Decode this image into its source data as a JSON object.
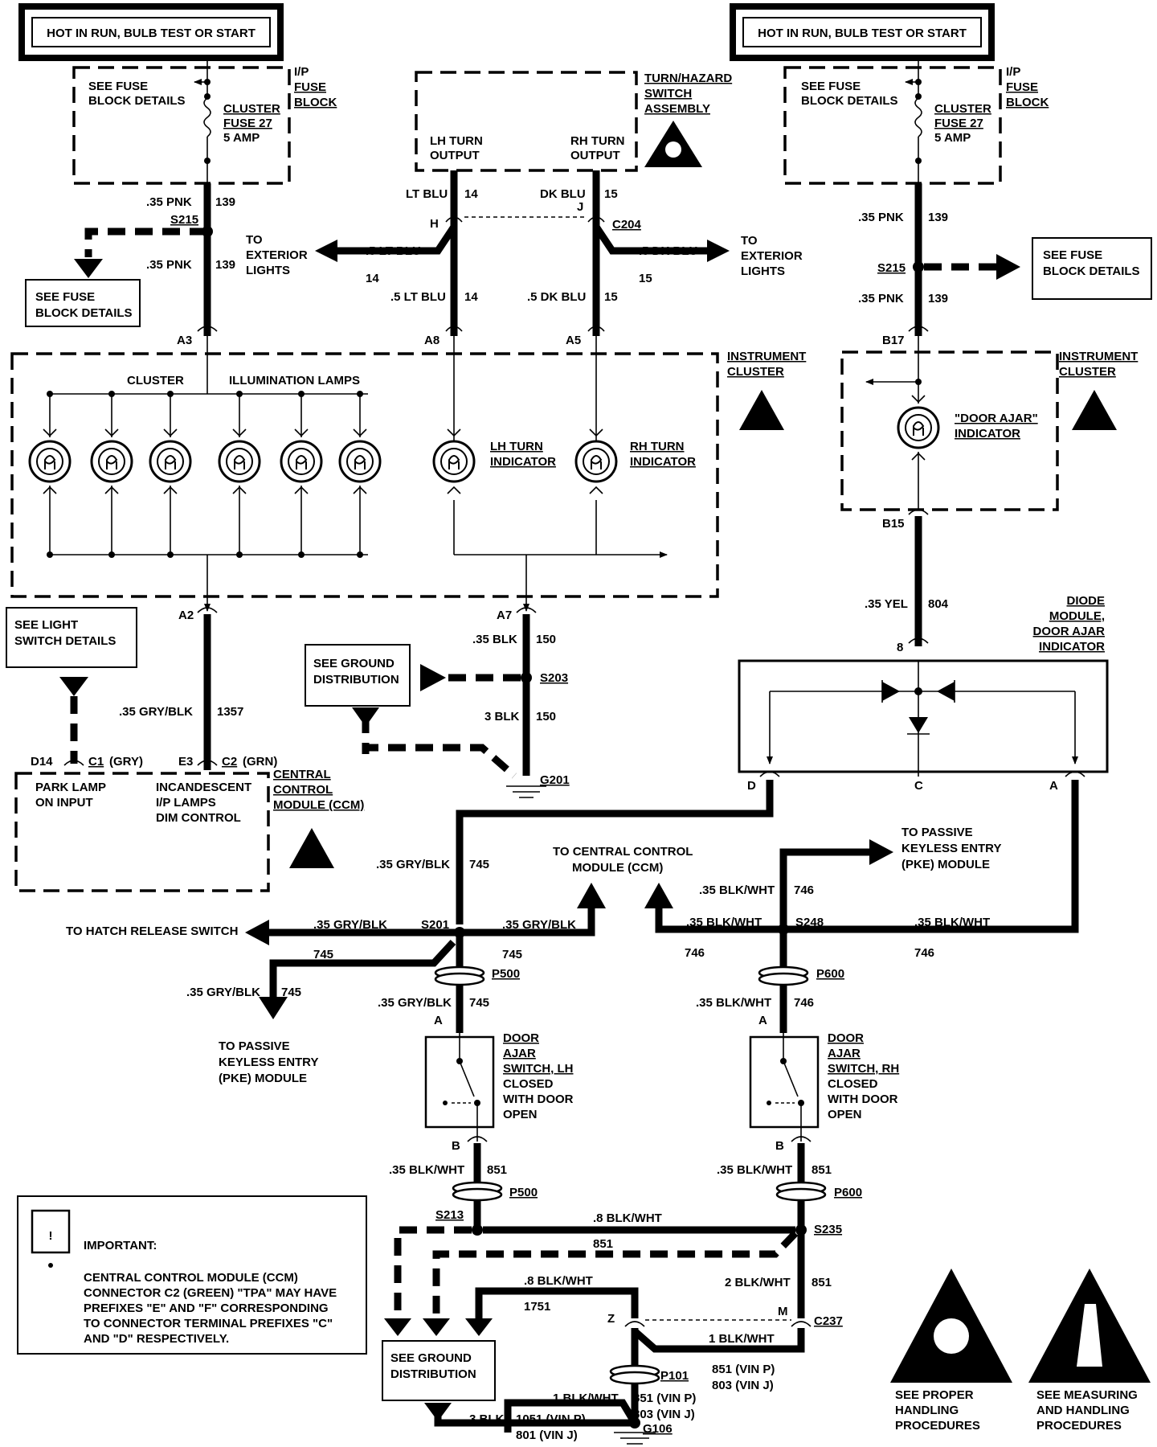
{
  "power": {
    "left": "HOT IN RUN, BULB TEST OR START",
    "right": "HOT IN RUN, BULB TEST OR START"
  },
  "fuse_block": {
    "see_details": [
      "SEE FUSE",
      "BLOCK DETAILS"
    ],
    "fuse": [
      "CLUSTER",
      "FUSE 27",
      "5 AMP"
    ],
    "label": [
      "I/P",
      "FUSE",
      "BLOCK"
    ]
  },
  "turn_switch": {
    "label": [
      "TURN/HAZARD",
      "SWITCH",
      "ASSEMBLY"
    ],
    "lh_output": [
      "LH TURN",
      "OUTPUT"
    ],
    "rh_output": [
      "RH TURN",
      "OUTPUT"
    ]
  },
  "wires": {
    "lt_blu": "LT BLU",
    "lt_blu_5": ".5 LT BLU",
    "c14": "14",
    "dk_blu": "DK BLU",
    "dk_blu_5": ".5 DK BLU",
    "c15": "15",
    "pnk": ".35 PNK",
    "c139": "139",
    "gry_blk": ".35 GRY/BLK",
    "c1357": "1357",
    "c745": "745",
    "blk": ".35 BLK",
    "blk3": "3 BLK",
    "c150": "150",
    "yel": ".35 YEL",
    "c804": "804",
    "blk_wht": ".35 BLK/WHT",
    "c746": "746",
    "c851": "851",
    "blk_wht8": ".8 BLK/WHT",
    "blk_wht2": "2 BLK/WHT",
    "blk_wht1": "1 BLK/WHT",
    "c1751": "1751",
    "c851p": "851 (VIN P)",
    "c803j": "803 (VIN J)",
    "c1051p": "1051 (VIN P)",
    "c801j": "801 (VIN J)"
  },
  "splices": {
    "s215": "S215",
    "s203": "S203",
    "s201": "S201",
    "s248": "S248",
    "s213": "S213",
    "s235": "S235",
    "g201": "G201",
    "g106": "G106"
  },
  "connectors": {
    "h": "H",
    "j": "J",
    "c204": "C204",
    "a3": "A3",
    "a8": "A8",
    "a5": "A5",
    "a2": "A2",
    "a7": "A7",
    "b17": "B17",
    "b15": "B15",
    "b8": "8",
    "d": "D",
    "c": "C",
    "a": "A",
    "b": "B",
    "z": "Z",
    "m": "M",
    "c237": "C237",
    "p500": "P500",
    "p600": "P600",
    "p101": "P101",
    "d14": "D14",
    "c1": "C1",
    "c1_color": "(GRY)",
    "e3": "E3",
    "c2": "C2",
    "c2_color": "(GRN)"
  },
  "destinations": {
    "exterior_lights": [
      "TO",
      "EXTERIOR",
      "LIGHTS"
    ],
    "see_fuse_block": [
      "SEE FUSE",
      "BLOCK DETAILS"
    ],
    "see_light_switch": [
      "SEE LIGHT",
      "SWITCH DETAILS"
    ],
    "see_ground": [
      "SEE GROUND",
      "DISTRIBUTION"
    ],
    "hatch_release": "TO HATCH RELEASE SWITCH",
    "pke": [
      "TO PASSIVE",
      "KEYLESS ENTRY",
      "(PKE) MODULE"
    ],
    "ccm": [
      "TO CENTRAL CONTROL",
      "MODULE (CCM)"
    ]
  },
  "cluster": {
    "label": [
      "INSTRUMENT",
      "CLUSTER"
    ],
    "illum_cluster": "CLUSTER",
    "illum_lamps": "ILLUMINATION LAMPS",
    "lh_turn": [
      "LH TURN",
      "INDICATOR"
    ],
    "rh_turn": [
      "RH TURN",
      "INDICATOR"
    ],
    "door_ajar": [
      "\"DOOR AJAR\"",
      "INDICATOR"
    ]
  },
  "diode_module": {
    "label": [
      "DIODE",
      "MODULE,",
      "DOOR AJAR",
      "INDICATOR"
    ]
  },
  "ccm_box": {
    "park_lamp": [
      "PARK LAMP",
      "ON INPUT"
    ],
    "incandescent": [
      "INCANDESCENT",
      "I/P LAMPS",
      "DIM CONTROL"
    ],
    "label": [
      "CENTRAL",
      "CONTROL",
      "MODULE (CCM)"
    ]
  },
  "door_switch_lh": [
    "DOOR",
    "AJAR",
    "SWITCH, LH",
    "CLOSED",
    "WITH DOOR",
    "OPEN"
  ],
  "door_switch_rh": [
    "DOOR",
    "AJAR",
    "SWITCH, RH",
    "CLOSED",
    "WITH DOOR",
    "OPEN"
  ],
  "important": {
    "title": "IMPORTANT:",
    "body": [
      "CENTRAL CONTROL MODULE (CCM)",
      "CONNECTOR C2 (GREEN) \"TPA\" MAY HAVE",
      "PREFIXES \"E\" AND \"F\" CORRESPONDING",
      "TO CONNECTOR TERMINAL PREFIXES \"C\"",
      "AND \"D\" RESPECTIVELY."
    ]
  },
  "procedures": {
    "handling": [
      "SEE PROPER",
      "HANDLING",
      "PROCEDURES"
    ],
    "measuring": [
      "SEE MEASURING",
      "AND HANDLING",
      "PROCEDURES"
    ]
  }
}
